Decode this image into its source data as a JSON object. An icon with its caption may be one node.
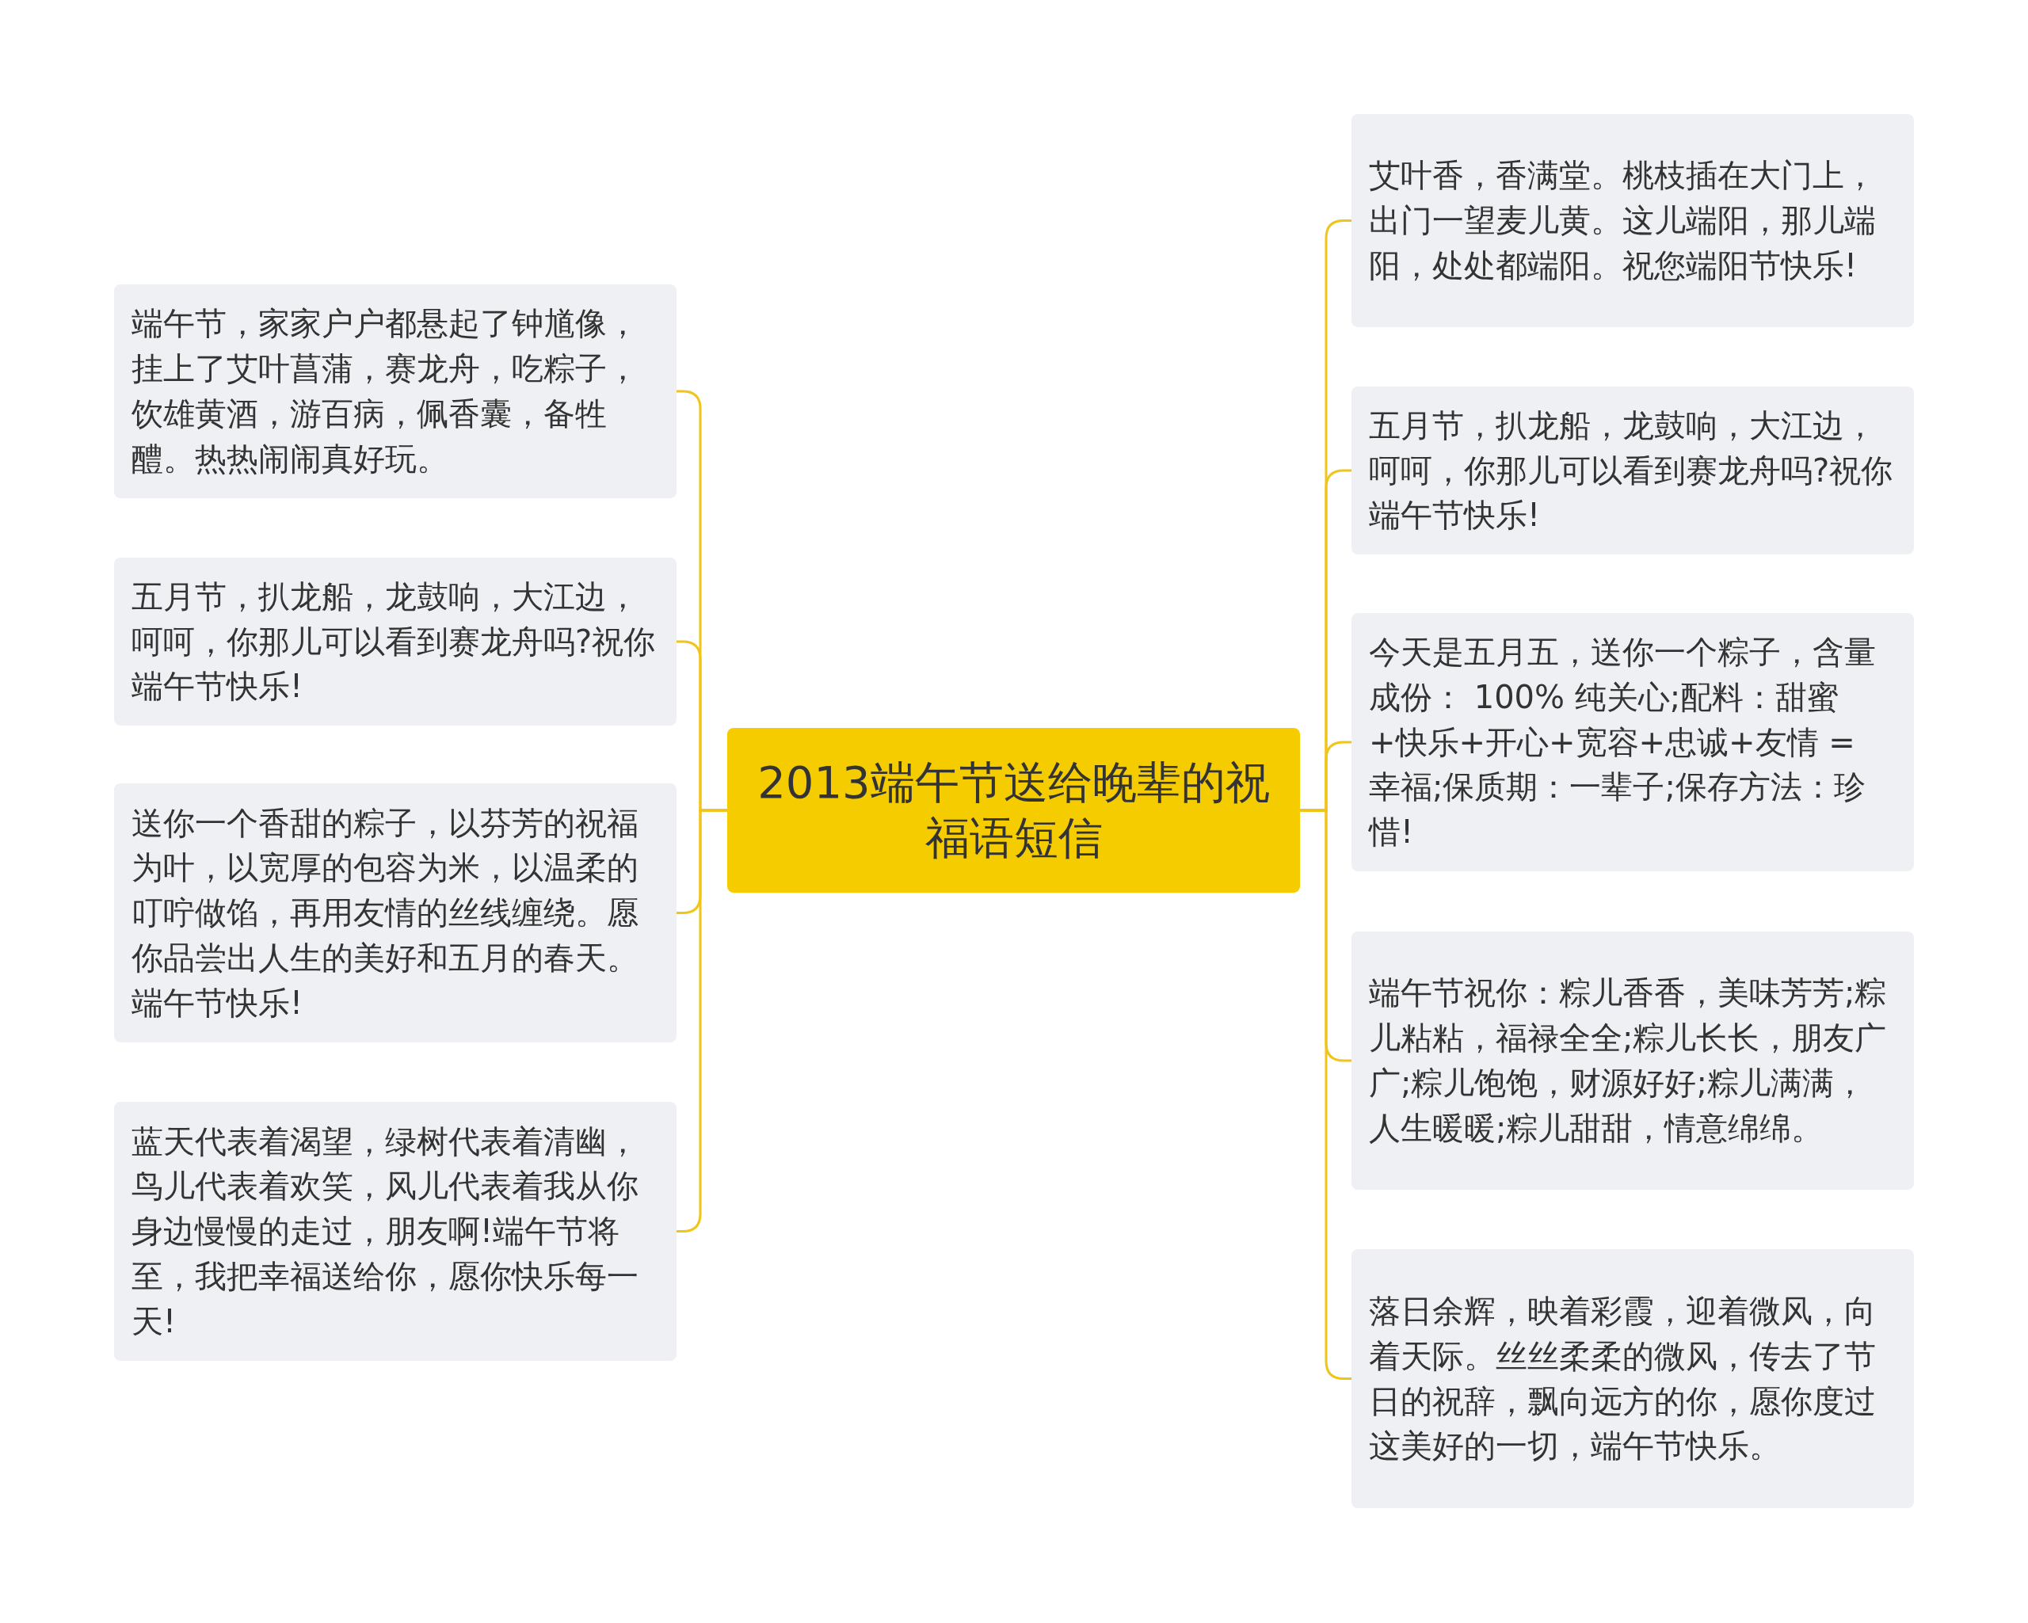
{
  "diagram": {
    "nodes": [
      {
        "text": [
          "2013端午节送给晚辈的祝福语短信"
        ]
      },
      {
        "text": [
          "端午节，家家户户都悬起了钟馗像，挂上了艾叶菖蒲，赛龙舟，吃粽子，饮雄黄酒，游百病，佩香囊，备牲醴。热热闹闹真好玩。"
        ]
      },
      {
        "text": [
          "五月节，扒龙船，龙鼓响，大江边，呵呵，你那儿可以看到赛龙舟吗?祝你端午节快乐!"
        ]
      },
      {
        "text": [
          "送你一个香甜的粽子，以芬芳的祝福为叶，以宽厚的包容为米，以温柔的叮咛做馅，再用友情的丝线缠绕。愿你品尝出人生的美好和五月的春天。端午节快乐!"
        ]
      },
      {
        "text": [
          "蓝天代表着渴望，绿树代表着清幽，鸟儿代表着欢笑，风儿代表着我从你身边慢慢的走过，朋友啊!端午节将至，我把幸福送给你，愿你快乐每一天!"
        ]
      },
      {
        "text": [
          "艾叶香，香满堂。桃枝插在大门上，出门一望麦儿黄。这儿端阳，那儿端阳，处处都端阳。祝您端阳节快乐!"
        ]
      },
      {
        "text": [
          "五月节，扒龙船，龙鼓响，大江边，呵呵，你那儿可以看到赛龙舟吗?祝你端午节快乐!"
        ]
      },
      {
        "text": [
          "今天是五月五，送你一个粽子，含量成份： 100% 纯关心;配料：甜蜜+快乐+开心+宽容+忠诚+友情 = 幸福;保质期：一辈子;保存方法：珍惜!"
        ]
      },
      {
        "text": [
          "端午节祝你：粽儿香香，美味芳芳;粽儿粘粘，福禄全全;粽儿长长，朋友广广;粽儿饱饱，财源好好;粽儿满满，人生暖暖;粽儿甜甜，情意绵绵。"
        ]
      },
      {
        "text": [
          "落日余辉，映着彩霞，迎着微风，向着天际。丝丝柔柔的微风，传去了节日的祝辞，飘向远方的你，愿你度过这美好的一切，端午节快乐。"
        ]
      }
    ],
    "edges": [
      {
        "from": 0,
        "to": 1,
        "arrow": "none"
      },
      {
        "from": 0,
        "to": 2,
        "arrow": "none"
      },
      {
        "from": 0,
        "to": 3,
        "arrow": "none"
      },
      {
        "from": 0,
        "to": 4,
        "arrow": "none"
      },
      {
        "from": 0,
        "to": 5,
        "arrow": "none"
      },
      {
        "from": 0,
        "to": 6,
        "arrow": "none"
      },
      {
        "from": 0,
        "to": 7,
        "arrow": "none"
      },
      {
        "from": 0,
        "to": 8,
        "arrow": "none"
      },
      {
        "from": 0,
        "to": 9,
        "arrow": "none"
      }
    ]
  }
}
